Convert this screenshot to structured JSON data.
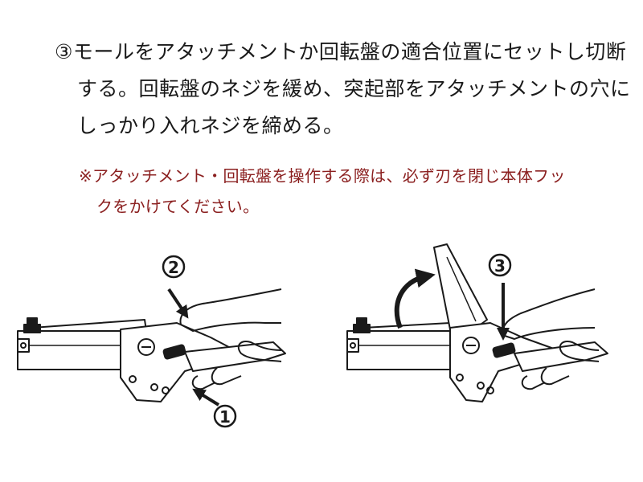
{
  "instruction": {
    "line1": "③モールをアタッチメントか回転盤の適合位置にセットし切断",
    "line2": "する。回転盤のネジを緩め、突起部をアタッチメントの穴に",
    "line3": "しっかり入れネジを締める。"
  },
  "caution": {
    "line1": "※アタッチメント・回転盤を操作する際は、必ず刃を閉じ本体フッ",
    "line2": "クをかけてください。"
  },
  "figure_left": {
    "marker_top": "②",
    "marker_bottom": "①"
  },
  "figure_right": {
    "marker_top": "③"
  },
  "colors": {
    "caution_text": "#8b2020",
    "text": "#1a1a1a",
    "line": "#1a1a1a"
  }
}
